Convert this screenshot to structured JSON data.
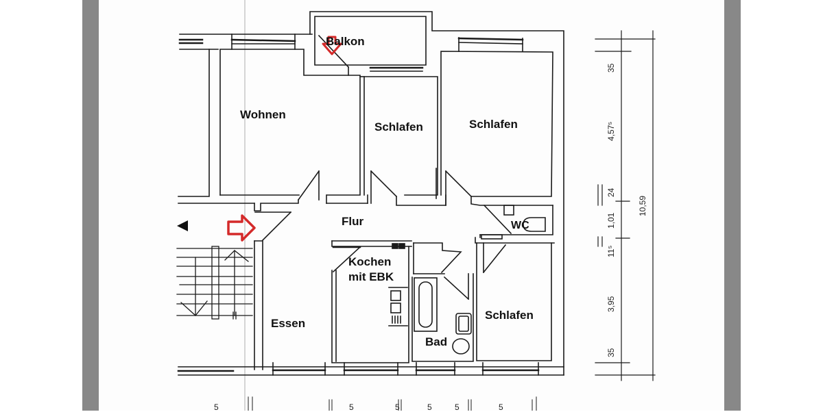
{
  "plan": {
    "rooms": [
      {
        "id": "balkon",
        "label": "Balkon"
      },
      {
        "id": "wohnen",
        "label": "Wohnen"
      },
      {
        "id": "schlafen-1",
        "label": "Schlafen"
      },
      {
        "id": "schlafen-2",
        "label": "Schlafen"
      },
      {
        "id": "flur",
        "label": "Flur"
      },
      {
        "id": "wc",
        "label": "WC"
      },
      {
        "id": "kochen",
        "label": "Kochen\nmit EBK",
        "line1": "Kochen",
        "line2": "mit EBK"
      },
      {
        "id": "essen",
        "label": "Essen"
      },
      {
        "id": "bad",
        "label": "Bad"
      },
      {
        "id": "schlafen-3",
        "label": "Schlafen"
      }
    ],
    "dimensions_vertical": {
      "segments": [
        "35",
        "4,57⁵",
        "24",
        "1,01",
        "11⁵",
        "3,95",
        "35"
      ],
      "total": "10,59"
    },
    "dimensions_bottom": [
      "5",
      "5",
      "5",
      "5",
      "5",
      "5"
    ],
    "markers": [
      {
        "id": "entrance-arrow",
        "color": "#d42a2a",
        "direction": "right"
      },
      {
        "id": "balcony-arrow",
        "color": "#d42a2a",
        "direction": "down"
      },
      {
        "id": "stair-direction",
        "color": "#111111",
        "direction": "left"
      }
    ],
    "colors": {
      "frame": "#888888",
      "paper": "#fdfdfd",
      "line": "#1a1a1a",
      "accent": "#d42a2a"
    }
  }
}
